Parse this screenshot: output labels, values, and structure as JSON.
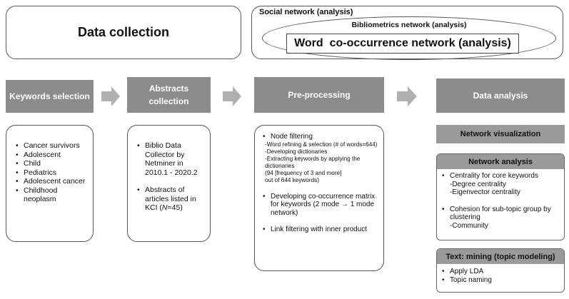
{
  "top": {
    "data_collection": "Data collection",
    "social_network": "Social network (analysis)",
    "bibliometrics_network": "Bibliometrics network (analysis)",
    "word_cooccurrence": "Word  co-occurrence network (analysis)"
  },
  "stages": {
    "keywords_selection": "Keywords selection",
    "abstracts_collection_1": "Abstracts",
    "abstracts_collection_2": "collection",
    "pre_processing": "Pre-processing",
    "data_analysis": "Data analysis"
  },
  "keywords": [
    "Cancer survivors",
    "Adolescent",
    "Child",
    "Pediatrics",
    "Adolescent cancer",
    "Childhood neoplasm"
  ],
  "abstracts": {
    "item1": "Biblio Data Collector by Netminer in 2010.1 - 2020.2",
    "item2_prefix": "Abstracts of articles listed in KCI (",
    "item2_n": "N",
    "item2_suffix": "=45)"
  },
  "preprocessing": {
    "node_filtering": "Node filtering",
    "sub1": "-Word refining  &  selection (# of words=644)",
    "sub2": "-Developing dictionaries",
    "sub3": "-Extracting keywords by applying the dictionaries",
    "sub4": "(94 [frequency of 3 and more]",
    "sub5": "out of 644 keywords)",
    "developing_matrix": "Developing co-occurrence matrix for keywords (2 mode → 1 mode network)",
    "link_filtering": "Link filtering with inner product"
  },
  "analysis": {
    "network_visualization": "Network visualization",
    "network_analysis": "Network analysis",
    "centrality": "Centrality for core keywords",
    "degree": "-Degree centrality",
    "eigenvector": "-Eigenvector centrality",
    "cohesion": "Cohesion for sub-topic group by clustering",
    "community": "-Community",
    "text_mining": "Text: mining (topic modeling)",
    "apply_lda": "Apply LDA",
    "topic_naming": "Topic naming"
  },
  "colors": {
    "stage_gray": "#8c8c8c",
    "arrow_gray": "#b0b0b0",
    "header_gray": "#9a9a9a"
  }
}
